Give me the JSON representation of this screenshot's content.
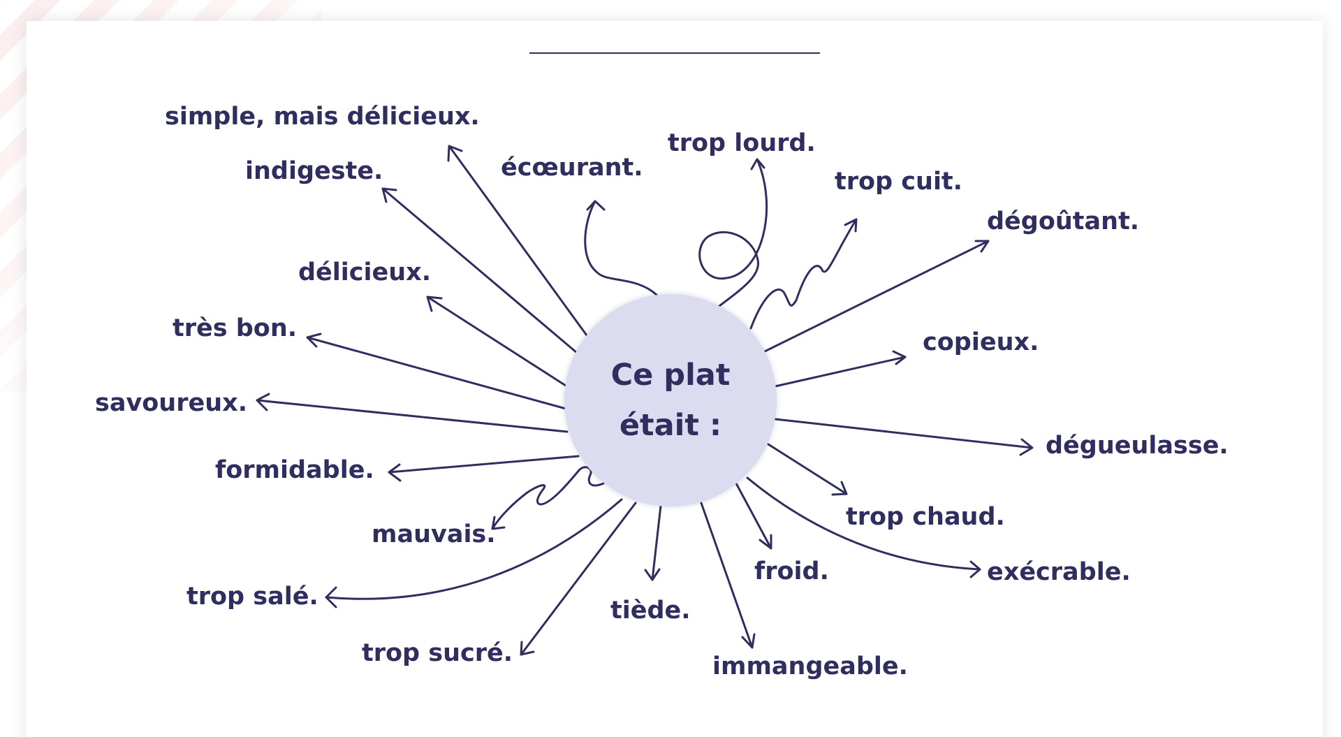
{
  "center": {
    "line1": "Ce plat",
    "line2": "était :"
  },
  "words": [
    "simple, mais délicieux.",
    "indigeste.",
    "écœurant.",
    "trop lourd.",
    "trop cuit.",
    "dégoûtant.",
    "délicieux.",
    "très bon.",
    "copieux.",
    "savoureux.",
    "dégueulasse.",
    "formidable.",
    "trop chaud.",
    "mauvais.",
    "froid.",
    "exécrable.",
    "trop salé.",
    "tiède.",
    "trop sucré.",
    "immangeable."
  ],
  "colors": {
    "ink": "#2f2e5e",
    "hub": "#dcdcf1",
    "stripes": "#f4c8c6"
  }
}
